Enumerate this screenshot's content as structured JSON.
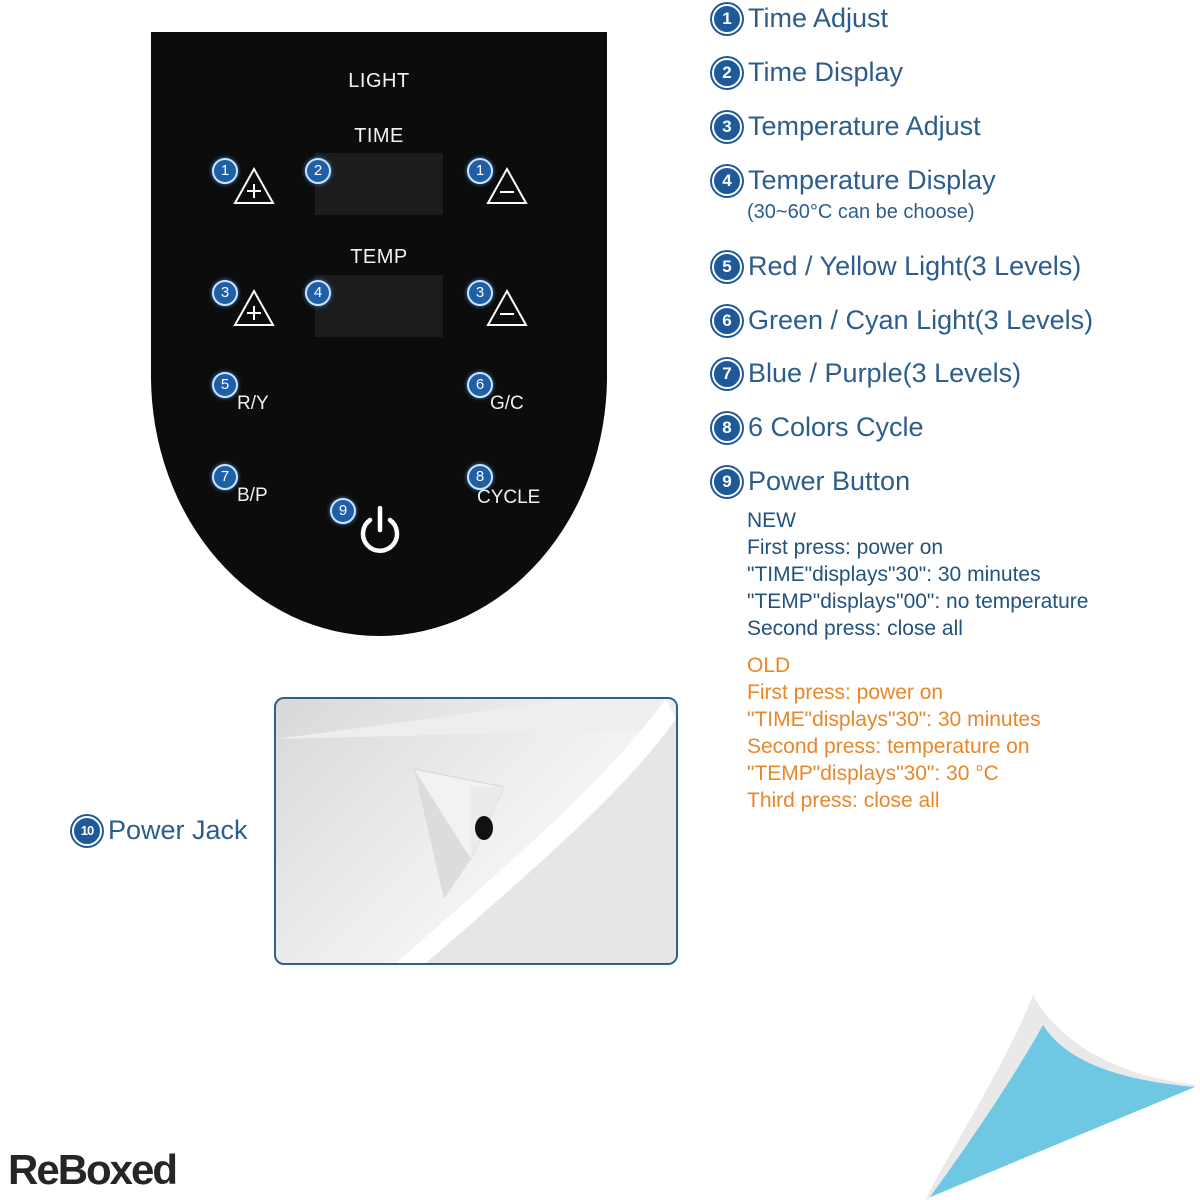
{
  "panel": {
    "labels": {
      "light": "LIGHT",
      "time": "TIME",
      "temp": "TEMP"
    },
    "buttons": {
      "time_plus": {
        "badge": "1",
        "symbol": "+"
      },
      "time_minus": {
        "badge": "1",
        "symbol": "−"
      },
      "temp_plus": {
        "badge": "3",
        "symbol": "+"
      },
      "temp_minus": {
        "badge": "3",
        "symbol": "−"
      },
      "red_yellow": {
        "badge": "5",
        "label": "R/Y"
      },
      "green_cyan": {
        "badge": "6",
        "label": "G/C"
      },
      "blue_purple": {
        "badge": "7",
        "label": "B/P"
      },
      "cycle": {
        "badge": "8",
        "label": "CYCLE"
      },
      "power": {
        "badge": "9"
      }
    },
    "displays": {
      "time": {
        "badge": "2"
      },
      "temp": {
        "badge": "4"
      }
    }
  },
  "legend": {
    "items": [
      {
        "num": "1",
        "label": "Time Adjust"
      },
      {
        "num": "2",
        "label": "Time Display"
      },
      {
        "num": "3",
        "label": "Temperature Adjust"
      },
      {
        "num": "4",
        "label": "Temperature Display",
        "sub": "(30~60°C can be choose)"
      },
      {
        "num": "5",
        "label": "Red / Yellow Light(3 Levels)"
      },
      {
        "num": "6",
        "label": "Green / Cyan Light(3 Levels)"
      },
      {
        "num": "7",
        "label": "Blue / Purple(3 Levels)"
      },
      {
        "num": "8",
        "label": "6 Colors Cycle"
      },
      {
        "num": "9",
        "label": "Power Button"
      }
    ],
    "power_jack": {
      "num": "10",
      "label": "Power Jack"
    }
  },
  "notes": {
    "new": {
      "title": "NEW",
      "lines": [
        "First press: power on",
        "\"TIME\"displays\"30\": 30 minutes",
        "\"TEMP\"displays\"00\": no temperature",
        "Second press: close all"
      ]
    },
    "old": {
      "title": "OLD",
      "lines": [
        "First press: power on",
        "\"TIME\"displays\"30\": 30 minutes",
        "Second press: temperature on",
        "\"TEMP\"displays\"30\": 30 °C",
        "Third press: close all"
      ]
    }
  },
  "colors": {
    "legend_text": "#2d5d8c",
    "new_text": "#22537f",
    "old_text": "#e8872a",
    "panel_bg": "#0c0c0c",
    "curl_blue": "#6ec8e4"
  },
  "logo": {
    "text": "ReBoxed"
  }
}
